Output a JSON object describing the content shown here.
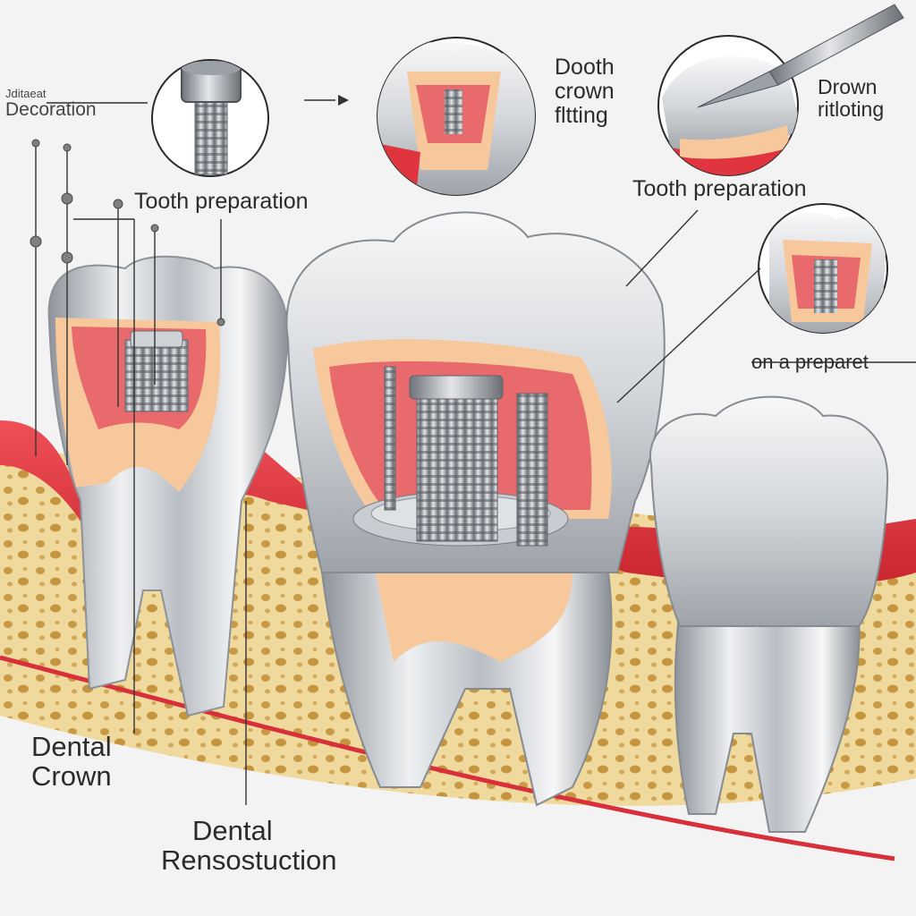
{
  "labels": {
    "top_left": {
      "line1": "Jditaeat",
      "line2": "Decoration"
    },
    "dooth_crown_fitting": {
      "line1": "Dooth",
      "line2": "crown",
      "line3": "fltting"
    },
    "drown_ritloting": {
      "line1": "Drown",
      "line2": "ritloting"
    },
    "tooth_preparation_left": "Tooth preparation",
    "tooth_preparation_right": "Tooth preparation",
    "on_a_preparet": "on a preparet",
    "dental_crown": {
      "line1": "Dental",
      "line2": "Crown"
    },
    "dental_reconstruction": {
      "line1": "Dental",
      "line2": "Rensostuction"
    }
  },
  "colors": {
    "background": "#f3f3f3",
    "gum": "#e0353f",
    "bone": "#eed79a",
    "metal": "#c9ccd1",
    "dentin": "#f4c49a",
    "pulp": "#e8686a"
  },
  "icons": [
    "screw-implant-icon",
    "arrow-right-icon",
    "dental-instrument-icon"
  ]
}
